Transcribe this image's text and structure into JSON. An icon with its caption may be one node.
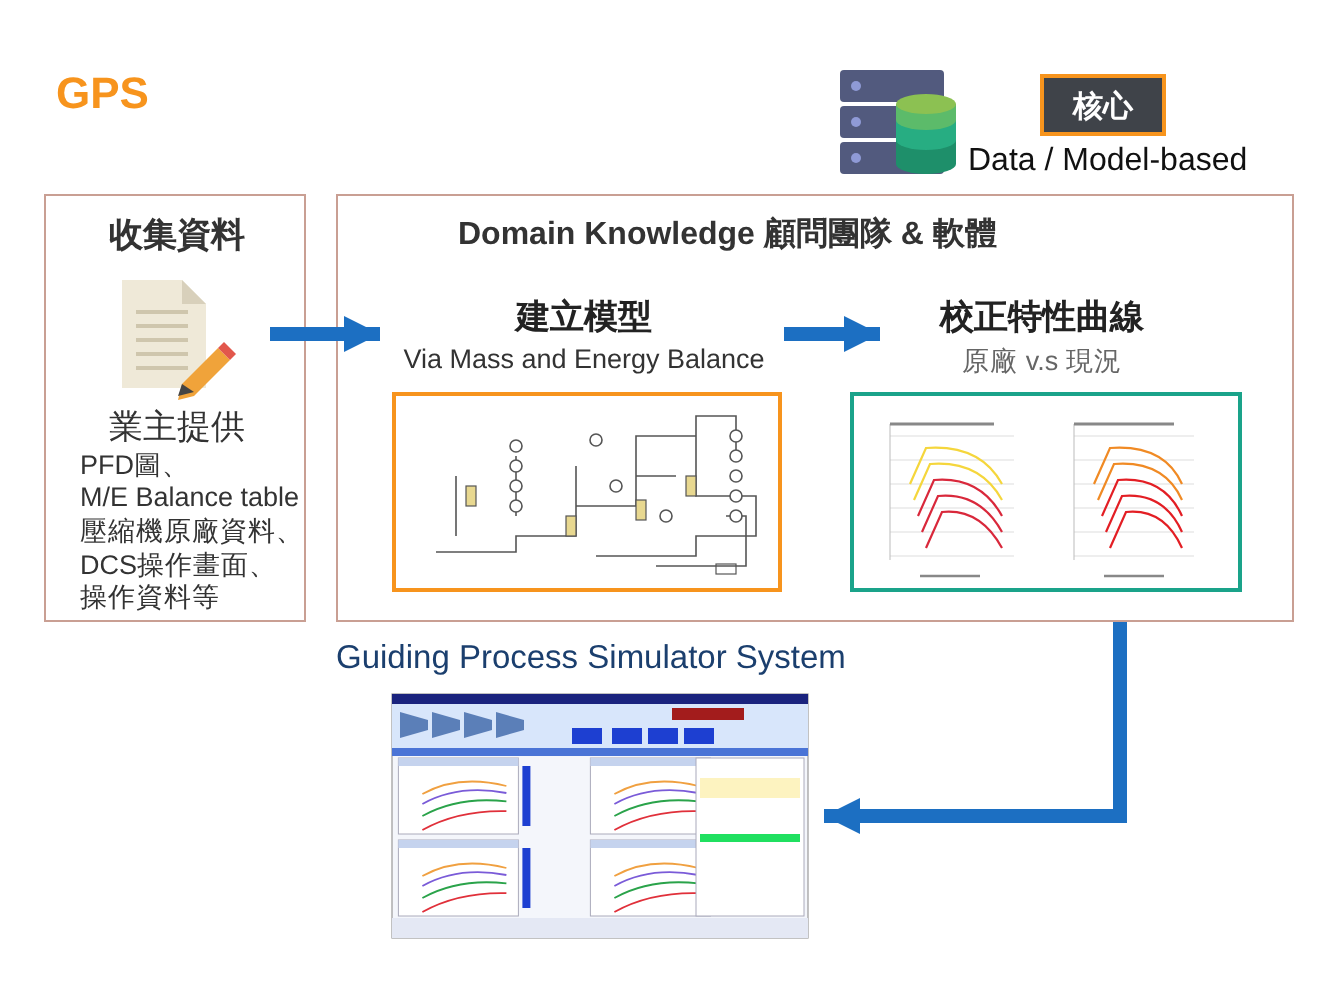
{
  "diagram": {
    "title": "GPS",
    "nodes": [
      {
        "text": [
          "核心"
        ],
        "beside": [
          "Data / Model-based"
        ]
      },
      {
        "text": [
          "收集資料",
          "業主提供",
          "PFD圖、",
          "M/E Balance table",
          "壓縮機原廠資料、",
          "DCS操作畫面、",
          "操作資料等"
        ]
      },
      {
        "text": [
          "Domain Knowledge 顧問團隊 & 軟體"
        ]
      },
      {
        "text": [
          "建立模型",
          "Via Mass and Energy Balance"
        ],
        "in": 2
      },
      {
        "text": [
          "校正特性曲線",
          "原廠 v.s 現況"
        ],
        "in": 2
      },
      {
        "text": [],
        "shape": "picture",
        "in": 2
      },
      {
        "text": [],
        "shape": "picture",
        "in": 2
      },
      {
        "text": [
          "Guiding Process Simulator System"
        ]
      }
    ],
    "edges": [
      {
        "from": 1,
        "to": 3,
        "arrow": "to"
      },
      {
        "from": 3,
        "to": 4,
        "arrow": "to"
      },
      {
        "from": 2,
        "to": 7,
        "arrow": "to"
      }
    ]
  }
}
